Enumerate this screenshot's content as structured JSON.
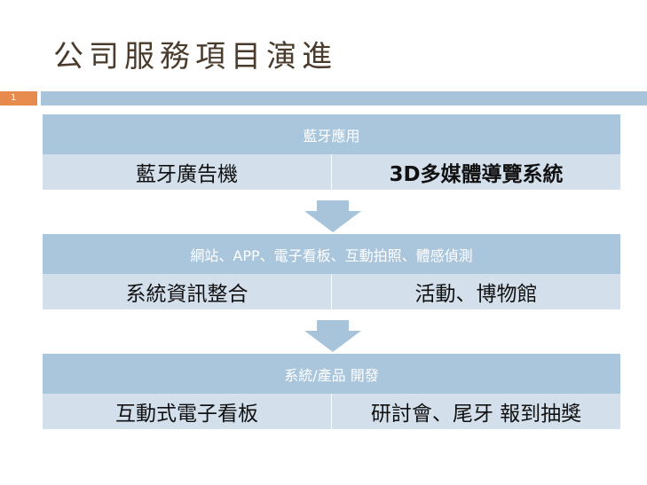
{
  "title": "公司服務項目演進",
  "slide_number": "1",
  "colors": {
    "bar": "#a7c4da",
    "row": "#d3e0ec",
    "accent": "#e68a4e",
    "title": "#4a3b2c"
  },
  "blocks": [
    {
      "header": "藍牙應用",
      "left": "藍牙廣告機",
      "right": "3D多媒體導覽系統"
    },
    {
      "header": "網站、APP、電子看板、互動拍照、體感偵測",
      "left": "系統資訊整合",
      "right": "活動、博物館"
    },
    {
      "header": "系統/產品 開發",
      "left": "互動式電子看板",
      "right": "研討會、尾牙 報到抽獎"
    }
  ]
}
